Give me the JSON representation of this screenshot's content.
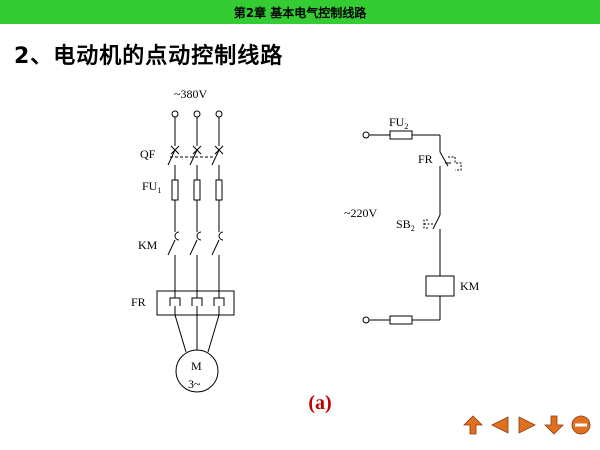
{
  "header": {
    "chapter_title": "第2章    基本电气控制线路"
  },
  "page": {
    "title": "2、电动机的点动控制线路",
    "caption": "(a)"
  },
  "diagram": {
    "main_circuit": {
      "supply_voltage": "~380V",
      "breaker": "QF",
      "fuse": {
        "label": "FU",
        "sub": "1"
      },
      "contactor": "KM",
      "thermal_relay": "FR",
      "motor": {
        "label": "M",
        "sub": "3~"
      }
    },
    "control_circuit": {
      "fuse": {
        "label": "FU",
        "sub": "2"
      },
      "relay_contact": "FR",
      "voltage": "~220V",
      "button": {
        "label": "SB",
        "sub": "2"
      },
      "coil": "KM"
    }
  },
  "nav": {
    "icons": [
      "arrow-up-icon",
      "arrow-left-icon",
      "arrow-right-icon",
      "arrow-down-icon",
      "minus-circle-icon"
    ]
  },
  "colors": {
    "header_bg": "#33cc33",
    "caption": "#c00000",
    "nav_arrow": "#e07020"
  }
}
